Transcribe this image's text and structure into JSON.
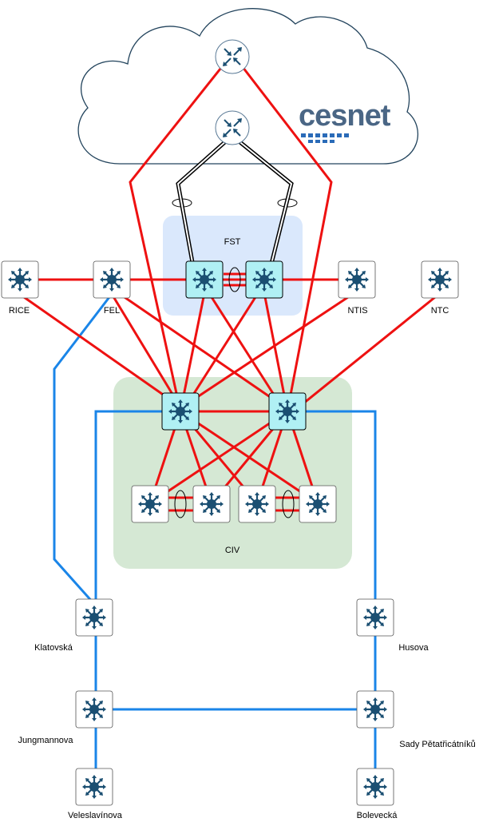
{
  "brand": {
    "name": "cesnet",
    "color": "#4a6685",
    "dots_color": "#2a6bb8"
  },
  "zones": {
    "fst": {
      "label": "FST",
      "color": "#dae8fc"
    },
    "civ": {
      "label": "CIV",
      "color": "#d5e8d4"
    }
  },
  "nodes": {
    "rice": "RICE",
    "fel": "FEL",
    "ntis": "NTIS",
    "ntc": "NTC",
    "klatovska": "Klatovská",
    "jungmannova": "Jungmannova",
    "veleslavinova": "Veleslavínova",
    "husova": "Husova",
    "sady": "Sady Pětatřicátníků",
    "bolevecka": "Bolevecká"
  },
  "colors": {
    "red_link": "#ee1111",
    "blue_link": "#1a85e8",
    "switch_fill_highlight": "#b0f0f4",
    "switch_icon": "#1b4f72",
    "cloud_stroke": "#23445d"
  }
}
